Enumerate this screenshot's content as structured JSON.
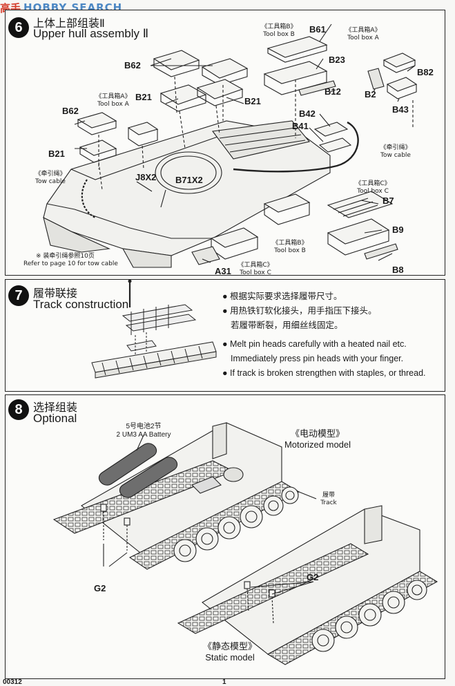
{
  "watermark": {
    "cn": "高手",
    "en": "HOBBY SEARCH"
  },
  "step6": {
    "number": "6",
    "title_cn": "上体上部组装Ⅱ",
    "title_en": "Upper hull assembly Ⅱ",
    "labels": {
      "b61": "B61",
      "b23": "B23",
      "b12": "B12",
      "b62_top": "B62",
      "b21_a": "B21",
      "b21_b": "B21",
      "b62_left": "B62",
      "b21_left": "B21",
      "b82": "B82",
      "b2": "B2",
      "b43": "B43",
      "b42": "B42",
      "b41": "B41",
      "j8": "J8X2",
      "b71": "B71X2",
      "b7": "B7",
      "b9": "B9",
      "b8": "B8",
      "a31": "A31"
    },
    "toolbox_b_top": {
      "cn": "《工具箱B》",
      "en": "Tool box B"
    },
    "toolbox_a_right": {
      "cn": "《工具箱A》",
      "en": "Tool box A"
    },
    "toolbox_a_left": {
      "cn": "《工具箱A》",
      "en": "Tool box A"
    },
    "towcable_right": {
      "cn": "《牵引绳》",
      "en": "Tow cable"
    },
    "towcable_left": {
      "cn": "《牵引绳》",
      "en": "Tow cable"
    },
    "toolbox_c_right": {
      "cn": "《工具箱C》",
      "en": "Tool box C"
    },
    "toolbox_b_bottom": {
      "cn": "《工具箱B》",
      "en": "Tool box B"
    },
    "toolbox_c_bottom": {
      "cn": "《工具箱C》",
      "en": "Tool box C"
    },
    "tow_note": {
      "cn": "※ 装牵引绳参照10页",
      "en": "Refer to page 10 for tow cable"
    }
  },
  "step7": {
    "number": "7",
    "title_cn": "履带联接",
    "title_en": "Track construction",
    "instructions": [
      "● 根据实际要求选择履带尺寸。",
      "● 用热铁钉软化接头，用手指压下接头。",
      "若履带断裂，用细丝线固定。",
      "● Melt pin heads carefully with a heated nail etc.",
      "Immediately press pin heads with your finger.",
      "● If track is broken strengthen with staples,  or thread."
    ]
  },
  "step8": {
    "number": "8",
    "title_cn": "选择组装",
    "title_en": "Optional",
    "battery": {
      "cn": "5号电池2节",
      "en": "2 UM3 AA Battery"
    },
    "motorized": {
      "cn": "《电动模型》",
      "en": "Motorized model"
    },
    "track": {
      "cn": "履带",
      "en": "Track"
    },
    "g2_left": "G2",
    "g2_right": "G2",
    "static": {
      "cn": "《静态模型》",
      "en": "Static model"
    }
  },
  "footer": {
    "code": "00312",
    "page": "1"
  }
}
